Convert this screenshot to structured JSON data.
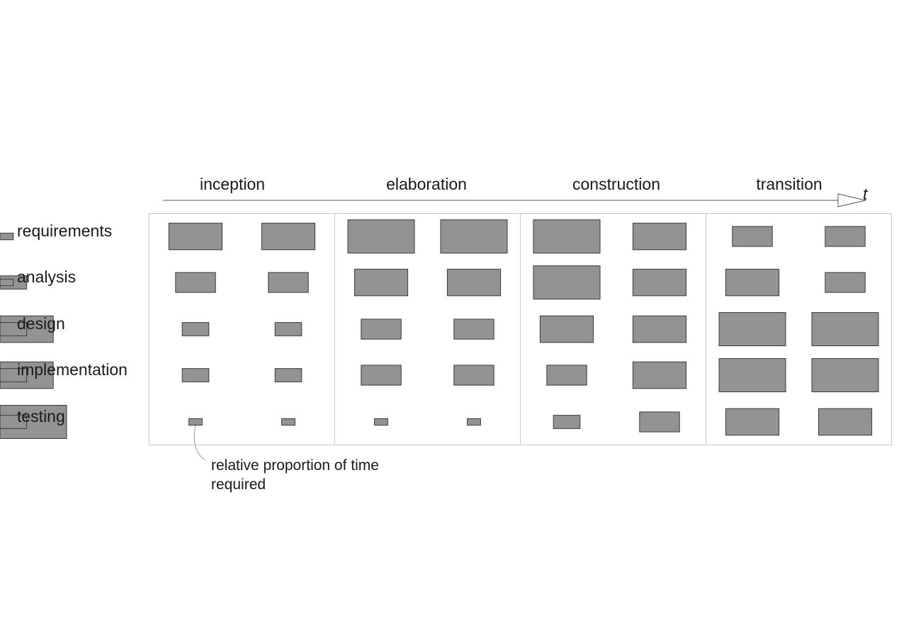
{
  "phases": [
    "inception",
    "elaboration",
    "construction",
    "transition"
  ],
  "time_axis_label": "t",
  "activities": [
    "requirements",
    "analysis",
    "design",
    "implementation",
    "testing"
  ],
  "annotation": "relative proportion of time required",
  "colors": {
    "box_fill": "#939393",
    "grid_line": "#c8c8c8",
    "text": "#1a1a1a"
  },
  "proportions": {
    "requirements": [
      [
        0.8,
        0.8
      ],
      [
        1.0,
        1.0
      ],
      [
        1.0,
        0.8
      ],
      [
        0.6,
        0.6
      ],
      [
        0.2,
        0
      ]
    ],
    "analysis": [
      [
        0.6,
        0.6
      ],
      [
        0.8,
        0.8
      ],
      [
        1.0,
        0.8
      ],
      [
        0.8,
        0.6
      ],
      [
        0.4,
        0.2
      ]
    ],
    "design": [
      [
        0.4,
        0.4
      ],
      [
        0.6,
        0.6
      ],
      [
        0.8,
        0.8
      ],
      [
        1.0,
        1.0
      ],
      [
        0.8,
        0.4
      ]
    ],
    "implementation": [
      [
        0.4,
        0.4
      ],
      [
        0.6,
        0.6
      ],
      [
        0.6,
        0.8
      ],
      [
        1.0,
        1.0
      ],
      [
        0.8,
        0.4
      ]
    ],
    "testing": [
      [
        0.2,
        0.2
      ],
      [
        0.2,
        0.2
      ],
      [
        0.4,
        0.6
      ],
      [
        0.8,
        0.8
      ],
      [
        1.0,
        0.4
      ]
    ]
  }
}
